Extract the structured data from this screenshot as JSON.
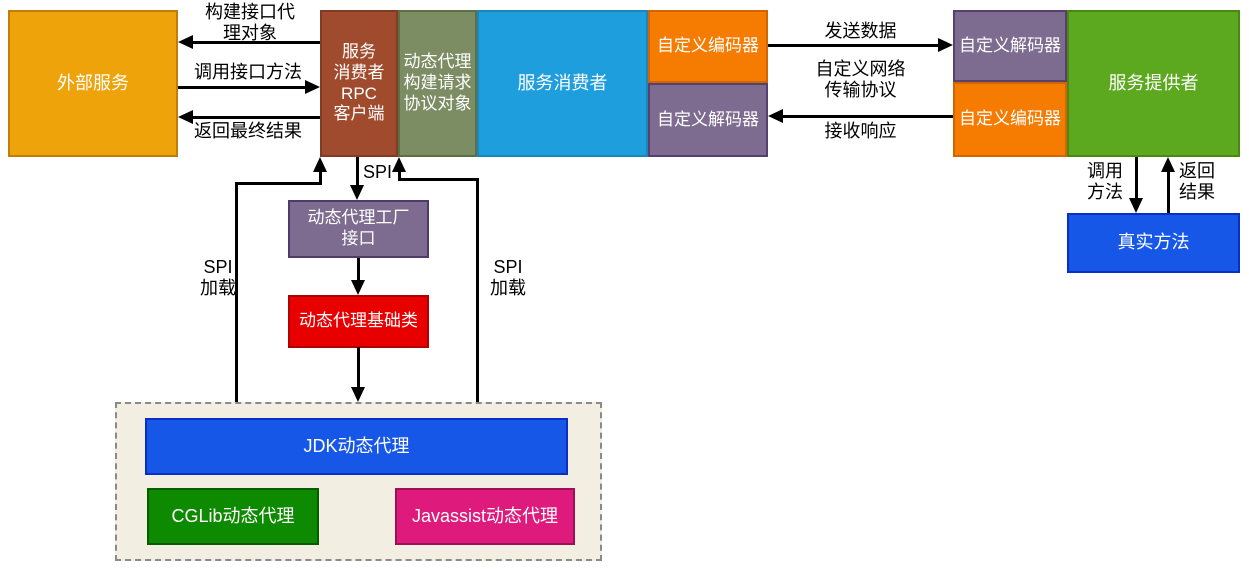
{
  "diagram": {
    "title": "RPC dynamic proxy architecture diagram",
    "boxes": {
      "external_service": {
        "label": "外部服务",
        "fill": "#efa30b",
        "border": "#c07e08"
      },
      "rpc_client": {
        "label": "服务\n消费者\nRPC\n客户端",
        "fill": "#a04b2e",
        "border": "#7f3b24"
      },
      "proxy_request_builder": {
        "label": "动态代理\n构建请求\n协议对象",
        "fill": "#7c8c63",
        "border": "#5d7045"
      },
      "service_consumer": {
        "label": "服务消费者",
        "fill": "#1f9edd",
        "border": "#1b86bc"
      },
      "encoder_consumer": {
        "label": "自定义编码器",
        "fill": "#f57c00",
        "border": "#d26500"
      },
      "decoder_consumer": {
        "label": "自定义解码器",
        "fill": "#7d6b90",
        "border": "#56406e"
      },
      "decoder_provider": {
        "label": "自定义解码器",
        "fill": "#7d6b90",
        "border": "#56406e"
      },
      "encoder_provider": {
        "label": "自定义编码器",
        "fill": "#f57c00",
        "border": "#d26500"
      },
      "service_provider": {
        "label": "服务提供者",
        "fill": "#5ca81e",
        "border": "#4a8715"
      },
      "real_method": {
        "label": "真实方法",
        "fill": "#1757e8",
        "border": "#0b2ec5"
      },
      "proxy_factory_interface": {
        "label": "动态代理工厂\n接口",
        "fill": "#7d6b90",
        "border": "#4f3a69"
      },
      "proxy_base_class": {
        "label": "动态代理基础类",
        "fill": "#e80000",
        "border": "#b00000"
      },
      "jdk_proxy": {
        "label": "JDK动态代理",
        "fill": "#1757e8",
        "border": "#0b2ec5"
      },
      "cglib_proxy": {
        "label": "CGLib动态代理",
        "fill": "#0e8a00",
        "border": "#075b00"
      },
      "javassist_proxy": {
        "label": "Javassist动态代理",
        "fill": "#df1a7d",
        "border": "#9e1158"
      }
    },
    "labels": {
      "build_interface_proxy": "构建接口代\n理对象",
      "call_interface_method": "调用接口方法",
      "return_final_result": "返回最终结果",
      "send_data": "发送数据",
      "custom_network_protocol": "自定义网络\n传输协议",
      "receive_response": "接收响应",
      "call_method": "调用\n方法",
      "return_result": "返回\n结果",
      "spi": "SPI",
      "spi_load_left": "SPI\n加载",
      "spi_load_right": "SPI\n加载"
    },
    "proxy_container": {
      "fill": "#f2efe2",
      "border_color": "#8a8a8a"
    },
    "line_color": "#000000"
  }
}
